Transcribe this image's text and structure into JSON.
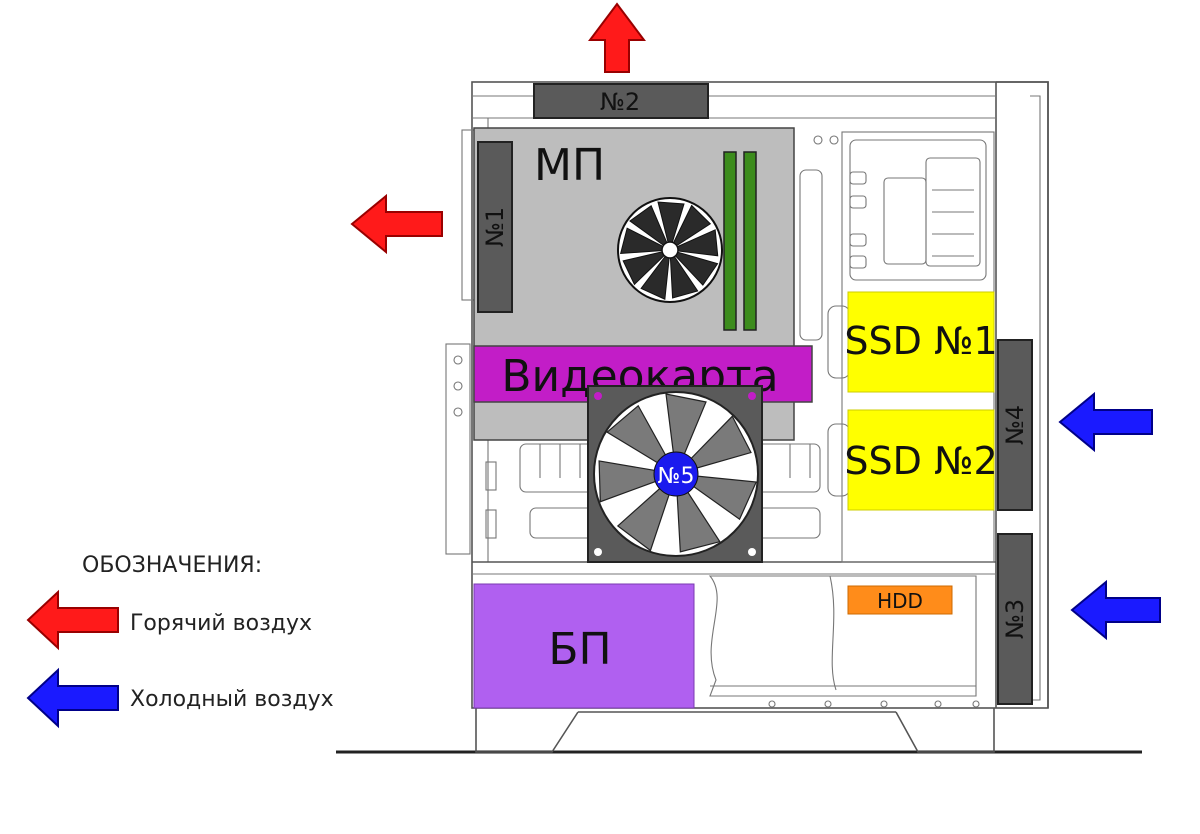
{
  "components": {
    "fan_2": "№2",
    "fan_1": "№1",
    "motherboard": "МП",
    "gpu": "Видеокарта",
    "fan_5": "№5",
    "ssd_1": "SSD №1",
    "ssd_2": "SSD №2",
    "fan_4": "№4",
    "fan_3": "№3",
    "hdd": "HDD",
    "psu": "БП"
  },
  "legend": {
    "title": "ОБОЗНАЧЕНИЯ:",
    "hot": "Горячий воздух",
    "cold": "Холодный воздух"
  },
  "colors": {
    "hot_air": "#ff1a1a",
    "cold_air": "#1a1aff",
    "motherboard": "#bdbdbd",
    "gpu": "#c21dc7",
    "ssd": "#ffff00",
    "hdd": "#ff8c1a",
    "psu": "#b060f0",
    "fan": "#5a5a5a",
    "ram": "#3c8c1c"
  }
}
